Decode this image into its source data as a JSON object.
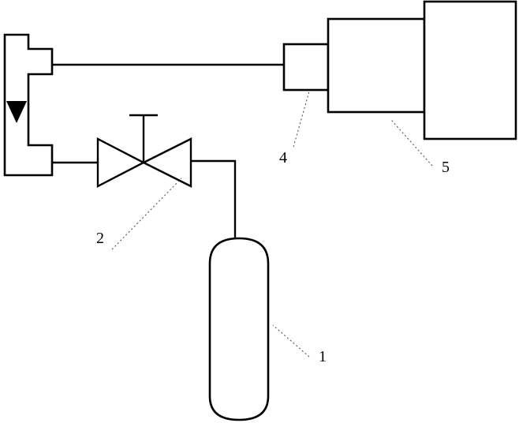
{
  "labels": {
    "cylinder": "1",
    "valve": "2",
    "connector": "4",
    "device": "5"
  }
}
